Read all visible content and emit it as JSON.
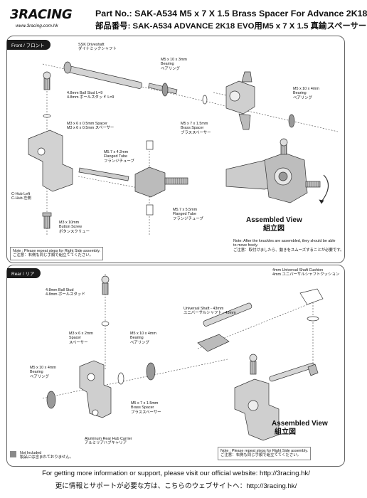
{
  "header": {
    "logo_text": "3RACING",
    "logo_url": "www.3racing.com.hk",
    "title_en": "Part No.: SAK-A534  M5 x 7 X 1.5 Brass Spacer For Advance 2K18",
    "title_jp": "部品番号: SAK-A534  ADVANCE 2K18 EVO用M5 x 7 X 1.5 真鍮スペーサー"
  },
  "front": {
    "section_label": "Front / フロント",
    "labels": {
      "driveshaft": [
        "SSK Driveshaft",
        "ダイナミックシャフト"
      ],
      "bearing_3mm": [
        "M5 x 10 x 3mm",
        "Bearing",
        "ベアリング"
      ],
      "ball_stud": [
        "4.8mm Ball Stud L=9",
        "4.8mm ボールスタッド L=9"
      ],
      "spacer_05": [
        "M3 x 6 x 0.5mm Spacer",
        "M3 x 6 x 0.5mm スペーサー"
      ],
      "brass_spacer": [
        "M5 x 7 x 1.5mm",
        "Brass Spacer",
        "ブラススペーサー"
      ],
      "bearing_4mm": [
        "M5 x 10 x 4mm",
        "Bearing",
        "ベアリング"
      ],
      "flanged_42": [
        "M5.7 x 4.2mm",
        "Flanged Tube",
        "フランジチューブ"
      ],
      "chub": [
        "C-Hub Left",
        "C-Hub 左側"
      ],
      "flanged_55": [
        "M5.7 x 5.5mm",
        "Flanged Tube",
        "フランジチューブ"
      ],
      "button_screw": [
        "M3 x 10mm",
        "Button Screw",
        "ボタンスクリュー"
      ]
    },
    "note_repeat": [
      "Note : Please repeat steps for Right Side assembly.",
      "ご注意：右側も同じ手順で組立ててください。"
    ],
    "note_knuckle": [
      "Note: After the knuckles are assembled, they should be able",
      "to move freely.",
      "ご注意：取付けましたら、動きをスムーズすることが必要です。"
    ],
    "assembled_en": "Assembled View",
    "assembled_jp": "組立図"
  },
  "rear": {
    "section_label": "Rear / リア",
    "labels": {
      "ball_stud": [
        "4.8mm Ball Stud",
        "4.8mm ボールスタッド"
      ],
      "cushion": [
        "4mm Universal Shaft Cushion",
        "4mm ユニバーサルシャフトクッション"
      ],
      "universal_shaft": [
        "Universal Shaft - 43mm",
        "ユニバーサルシャフト - 43mm"
      ],
      "spacer_2mm": [
        "M3 x 6 x 2mm",
        "Spacer",
        "スペーサー"
      ],
      "bearing_a": [
        "M5 x 10 x 4mm",
        "Bearing",
        "ベアリング"
      ],
      "bearing_b": [
        "M5 x 10 x 4mm",
        "Bearing",
        "ベアリング"
      ],
      "brass_spacer": [
        "M5 x 7 x 1.5mm",
        "Brass Spacer",
        "ブラススペーサー"
      ],
      "hub_carrier": [
        "Aluminum Rear Hub Carrier",
        "アルミリアハブキャリア"
      ]
    },
    "note_repeat": [
      "Note : Please repeat steps for Right Side assembly.",
      "ご注意：右側も同じ手順で組立ててください。"
    ],
    "assembled_en": "Assembled View",
    "assembled_jp": "組立図"
  },
  "legend": {
    "not_included": [
      "Not Included",
      "製品には含まれておりません。"
    ]
  },
  "footer": {
    "line_en": "For getting more information or support, please visit our official website: http://3racing.hk/",
    "line_jp": "更に情報とサポートが必要な方は、こちらのウェブサイトへ：http://3racing.hk/"
  }
}
